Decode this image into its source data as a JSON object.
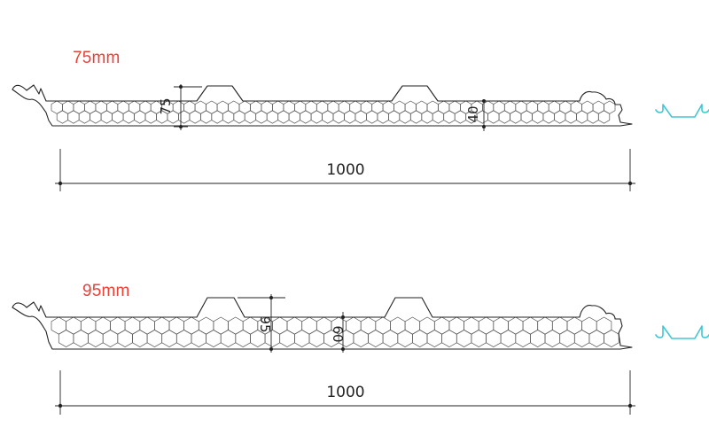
{
  "panels": [
    {
      "thickness_label": "75mm",
      "width_dim": "1000",
      "rib_height_dim": "75",
      "core_height_dim": "40"
    },
    {
      "thickness_label": "95mm",
      "width_dim": "1000",
      "rib_height_dim": "95",
      "core_height_dim": "60"
    }
  ],
  "colors": {
    "label": "#e8423a",
    "line": "#222222",
    "icon": "#43c6d3"
  },
  "icons": [
    "sandwich-panel-profile",
    "steel-channel-icon"
  ]
}
